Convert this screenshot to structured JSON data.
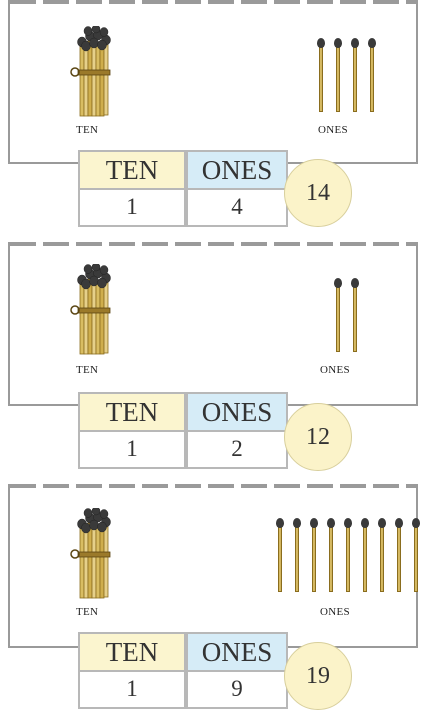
{
  "panels": [
    {
      "group_label_tens": "TEN",
      "group_label_ones": "ONES",
      "ones_count": 4,
      "table": {
        "header_ten": "TEN",
        "header_ones": "ONES",
        "ten_value": "1",
        "ones_value": "4"
      },
      "total": "14"
    },
    {
      "group_label_tens": "TEN",
      "group_label_ones": "ONES",
      "ones_count": 2,
      "table": {
        "header_ten": "TEN",
        "header_ones": "ONES",
        "ten_value": "1",
        "ones_value": "2"
      },
      "total": "12"
    },
    {
      "group_label_tens": "TEN",
      "group_label_ones": "ONES",
      "ones_count": 9,
      "table": {
        "header_ten": "TEN",
        "header_ones": "ONES",
        "ten_value": "1",
        "ones_value": "9"
      },
      "total": "19"
    }
  ],
  "colors": {
    "header_ten_bg": "#fbf5cf",
    "header_ones_bg": "#d6ecf7",
    "total_circle_bg": "#fbf3c9",
    "matchstick": "#d8b95a",
    "match_head": "#3a3a3a"
  },
  "icons": {
    "bundle": "bundle-of-ten-matchsticks-icon",
    "single": "matchstick-icon"
  }
}
